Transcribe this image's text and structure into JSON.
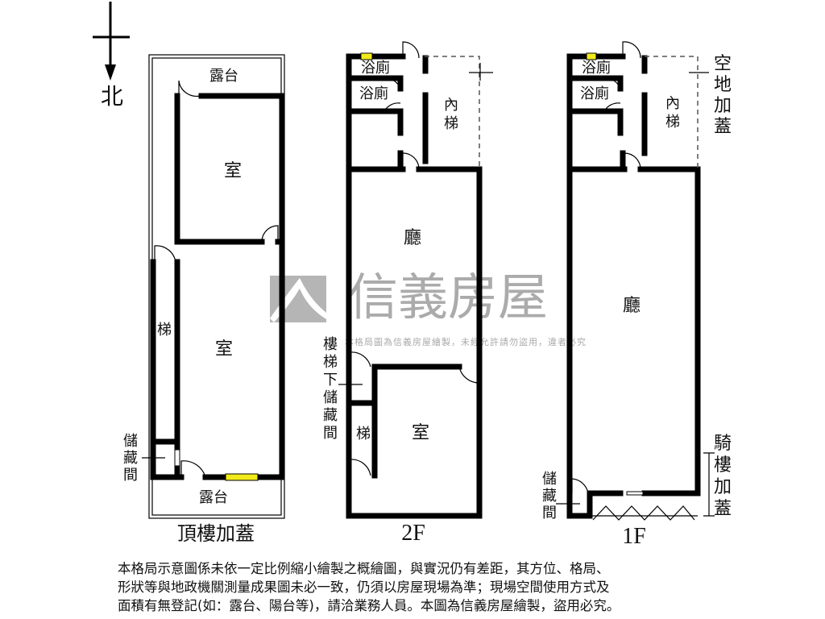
{
  "north_label": "北",
  "watermark": {
    "brand": "信義房屋",
    "notice": "本格局圖為信義房屋繪製，未經允許請勿盜用，違者必究",
    "color": "#a8a8a8"
  },
  "floors": {
    "roof": {
      "title": "頂樓加蓋",
      "terrace_top": "露台",
      "room_upper": "室",
      "room_lower": "室",
      "stair": "梯",
      "storage": [
        "儲",
        "藏",
        "間"
      ],
      "terrace_bottom": "露台"
    },
    "f2": {
      "title": "2F",
      "bath1": "浴廁",
      "bath2": "浴廁",
      "inner_stair": [
        "內",
        "梯"
      ],
      "living": "廳",
      "room": "室",
      "stair": "梯",
      "under_stair_storage": [
        "樓",
        "梯",
        "下",
        "儲",
        "藏",
        "間"
      ]
    },
    "f1": {
      "title": "1F",
      "bath1": "浴廁",
      "bath2": "浴廁",
      "inner_stair": [
        "內",
        "梯"
      ],
      "living": "廳",
      "storage": [
        "儲",
        "藏",
        "間"
      ],
      "open_space_addition": [
        "空",
        "地",
        "加",
        "蓋"
      ],
      "arcade_addition": [
        "騎",
        "樓",
        "加",
        "蓋"
      ]
    }
  },
  "window_color": "#f2ea1a",
  "disclaimer": [
    "本格局示意圖係未依一定比例縮小繪製之概繪圖，與實況仍有差距，其方位、格局、",
    "形狀等與地政機關測量成果圖未必一致，仍須以房屋現場為準；現場空間使用方式及",
    "面積有無登記(如：露台、陽台等)，請洽業務人員。本圖為信義房屋繪製，盜用必究。"
  ]
}
